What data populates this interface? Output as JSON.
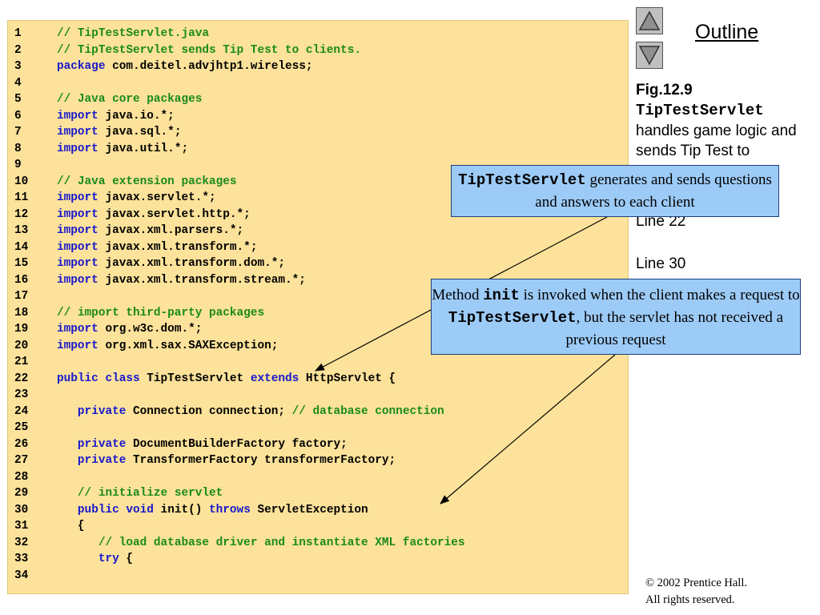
{
  "code_lines": [
    {
      "n": "1",
      "parts": [
        {
          "t": "// TipTestServlet.java",
          "c": "cm"
        }
      ]
    },
    {
      "n": "2",
      "parts": [
        {
          "t": "// TipTestServlet sends Tip Test to clients.",
          "c": "cm"
        }
      ]
    },
    {
      "n": "3",
      "parts": [
        {
          "t": "package",
          "c": "kw"
        },
        {
          "t": " com.deitel.advjhtp1.wireless;",
          "c": "tx"
        }
      ]
    },
    {
      "n": "4",
      "parts": []
    },
    {
      "n": "5",
      "parts": [
        {
          "t": "// Java core packages",
          "c": "cm"
        }
      ]
    },
    {
      "n": "6",
      "parts": [
        {
          "t": "import",
          "c": "kw"
        },
        {
          "t": " java.io.*;",
          "c": "tx"
        }
      ]
    },
    {
      "n": "7",
      "parts": [
        {
          "t": "import",
          "c": "kw"
        },
        {
          "t": " java.sql.*;",
          "c": "tx"
        }
      ]
    },
    {
      "n": "8",
      "parts": [
        {
          "t": "import",
          "c": "kw"
        },
        {
          "t": " java.util.*;",
          "c": "tx"
        }
      ]
    },
    {
      "n": "9",
      "parts": []
    },
    {
      "n": "10",
      "parts": [
        {
          "t": "// Java extension packages",
          "c": "cm"
        }
      ]
    },
    {
      "n": "11",
      "parts": [
        {
          "t": "import",
          "c": "kw"
        },
        {
          "t": " javax.servlet.*;",
          "c": "tx"
        }
      ]
    },
    {
      "n": "12",
      "parts": [
        {
          "t": "import",
          "c": "kw"
        },
        {
          "t": " javax.servlet.http.*;",
          "c": "tx"
        }
      ]
    },
    {
      "n": "13",
      "parts": [
        {
          "t": "import",
          "c": "kw"
        },
        {
          "t": " javax.xml.parsers.*;",
          "c": "tx"
        }
      ]
    },
    {
      "n": "14",
      "parts": [
        {
          "t": "import",
          "c": "kw"
        },
        {
          "t": " javax.xml.transform.*;",
          "c": "tx"
        }
      ]
    },
    {
      "n": "15",
      "parts": [
        {
          "t": "import",
          "c": "kw"
        },
        {
          "t": " javax.xml.transform.dom.*;",
          "c": "tx"
        }
      ]
    },
    {
      "n": "16",
      "parts": [
        {
          "t": "import",
          "c": "kw"
        },
        {
          "t": " javax.xml.transform.stream.*;",
          "c": "tx"
        }
      ]
    },
    {
      "n": "17",
      "parts": []
    },
    {
      "n": "18",
      "parts": [
        {
          "t": "// import third-party packages",
          "c": "cm"
        }
      ]
    },
    {
      "n": "19",
      "parts": [
        {
          "t": "import",
          "c": "kw"
        },
        {
          "t": " org.w3c.dom.*;",
          "c": "tx"
        }
      ]
    },
    {
      "n": "20",
      "parts": [
        {
          "t": "import",
          "c": "kw"
        },
        {
          "t": " org.xml.sax.SAXException;",
          "c": "tx"
        }
      ]
    },
    {
      "n": "21",
      "parts": []
    },
    {
      "n": "22",
      "parts": [
        {
          "t": "public class",
          "c": "kw"
        },
        {
          "t": " TipTestServlet ",
          "c": "tx"
        },
        {
          "t": "extends",
          "c": "kw"
        },
        {
          "t": " HttpServlet {",
          "c": "tx"
        }
      ]
    },
    {
      "n": "23",
      "parts": []
    },
    {
      "n": "24",
      "parts": [
        {
          "t": "   ",
          "c": "tx"
        },
        {
          "t": "private",
          "c": "kw"
        },
        {
          "t": " Connection connection; ",
          "c": "tx"
        },
        {
          "t": "// database connection",
          "c": "cm"
        }
      ]
    },
    {
      "n": "25",
      "parts": []
    },
    {
      "n": "26",
      "parts": [
        {
          "t": "   ",
          "c": "tx"
        },
        {
          "t": "private",
          "c": "kw"
        },
        {
          "t": " DocumentBuilderFactory factory;",
          "c": "tx"
        }
      ]
    },
    {
      "n": "27",
      "parts": [
        {
          "t": "   ",
          "c": "tx"
        },
        {
          "t": "private",
          "c": "kw"
        },
        {
          "t": " TransformerFactory transformerFactory;",
          "c": "tx"
        }
      ]
    },
    {
      "n": "28",
      "parts": []
    },
    {
      "n": "29",
      "parts": [
        {
          "t": "   ",
          "c": "tx"
        },
        {
          "t": "// initialize servlet",
          "c": "cm"
        }
      ]
    },
    {
      "n": "30",
      "parts": [
        {
          "t": "   ",
          "c": "tx"
        },
        {
          "t": "public void",
          "c": "kw"
        },
        {
          "t": " init() ",
          "c": "tx"
        },
        {
          "t": "throws",
          "c": "kw"
        },
        {
          "t": " ServletException",
          "c": "tx"
        }
      ]
    },
    {
      "n": "31",
      "parts": [
        {
          "t": "   {",
          "c": "tx"
        }
      ]
    },
    {
      "n": "32",
      "parts": [
        {
          "t": "      ",
          "c": "tx"
        },
        {
          "t": "// load database driver and instantiate XML factories",
          "c": "cm"
        }
      ]
    },
    {
      "n": "33",
      "parts": [
        {
          "t": "      ",
          "c": "tx"
        },
        {
          "t": "try",
          "c": "kw"
        },
        {
          "t": " {",
          "c": "tx"
        }
      ]
    },
    {
      "n": "34",
      "parts": []
    }
  ],
  "outline": {
    "title": "Outline"
  },
  "caption": {
    "fig": "Fig.12.9",
    "mono": "TipTestServlet",
    "text": "handles game logic and sends Tip Test to"
  },
  "side_refs": [
    "Line 22",
    "Line 30"
  ],
  "callout1": {
    "mono": "TipTestServlet",
    "text": " generates and sends questions and answers to each client"
  },
  "callout2": {
    "pre": "Method ",
    "mono1": "init",
    "mid": " is invoked when the client makes a request to ",
    "mono2": "TipTestServlet",
    "post": ", but the servlet has not received a previous request"
  },
  "copyright": {
    "line1": "© 2002 Prentice Hall.",
    "line2": "All rights reserved."
  },
  "colors": {
    "code_bg": "#fce29a",
    "keyword": "#1818cc",
    "comment": "#1b8a1b",
    "callout_bg": "#9dcbf7",
    "nav_bg": "#c0c0c0"
  },
  "icons": {
    "up": "triangle-up-icon",
    "down": "triangle-down-icon"
  }
}
